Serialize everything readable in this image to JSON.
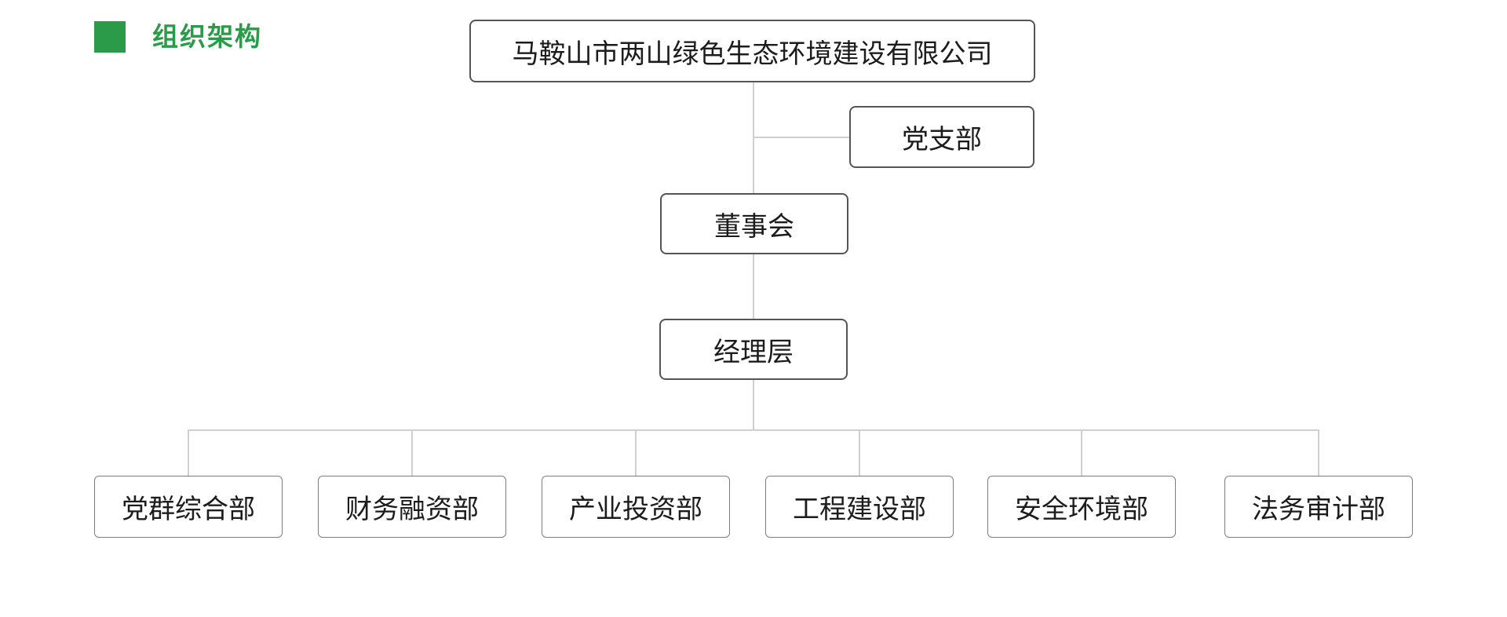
{
  "header": {
    "title": "组织架构",
    "accent_color": "#2b9b4a"
  },
  "org_chart": {
    "root": {
      "label": "马鞍山市两山绿色生态环境建设有限公司"
    },
    "party_branch": {
      "label": "党支部"
    },
    "board": {
      "label": "董事会"
    },
    "management": {
      "label": "经理层"
    },
    "departments": [
      {
        "label": "党群综合部"
      },
      {
        "label": "财务融资部"
      },
      {
        "label": "产业投资部"
      },
      {
        "label": "工程建设部"
      },
      {
        "label": "安全环境部"
      },
      {
        "label": "法务审计部"
      }
    ]
  },
  "colors": {
    "accent_green": "#2b9b4a",
    "box_border_dark": "#555555",
    "box_border_light": "#7d7d7d",
    "connector_line": "#cfcfcf",
    "text": "#1c1c1c",
    "background": "#ffffff"
  }
}
